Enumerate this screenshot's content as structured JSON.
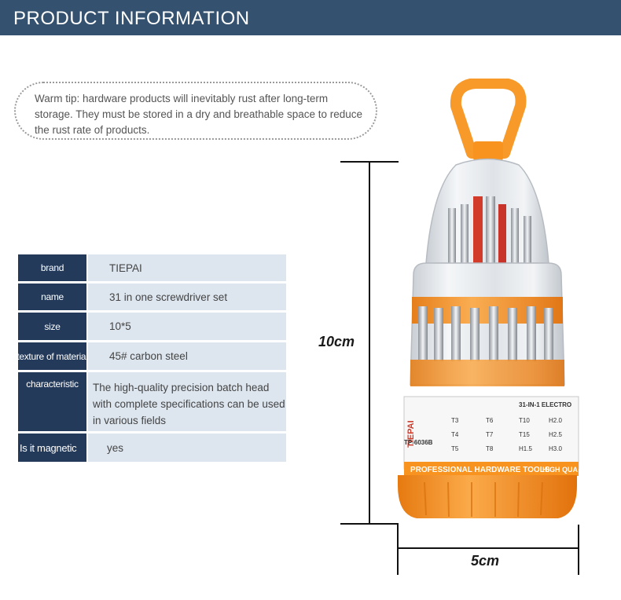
{
  "header": {
    "title": "PRODUCT INFORMATION"
  },
  "tip": {
    "text": "Warm tip: hardware products will inevitably rust after long-term storage. They must be stored in a dry and breathable space to reduce the rust rate of products."
  },
  "specs": [
    {
      "label": "brand",
      "value": "TIEPAI"
    },
    {
      "label": "name",
      "value": "31 in one screwdriver set"
    },
    {
      "label": "size",
      "value": "10*5"
    },
    {
      "label": "texture of material",
      "value": "45# carbon steel"
    },
    {
      "label": "characteristic",
      "value": "The high-quality precision batch head with complete specifications can be used in various fields"
    },
    {
      "label": "Is it magnetic",
      "value": "yes"
    }
  ],
  "dimensions": {
    "height": "10cm",
    "width": "5cm"
  },
  "product": {
    "brand_text": "TIEPAI",
    "model_text": "TP-6036B",
    "set_text": "31-IN-1 ELECTRO",
    "band_text": "PROFESSIONAL HARDWARE TOOLS",
    "band_text_2": "HIGH QUA",
    "bit_labels": [
      "T3",
      "T6",
      "T10",
      "H2.0",
      "T4",
      "T7",
      "T15",
      "H2.5",
      "T5",
      "T8",
      "H1.5",
      "H3.0"
    ],
    "colors": {
      "orange": "#f7931e",
      "header": "#34526f",
      "label_bg": "#233a5a",
      "value_bg": "#dde6ef"
    }
  }
}
